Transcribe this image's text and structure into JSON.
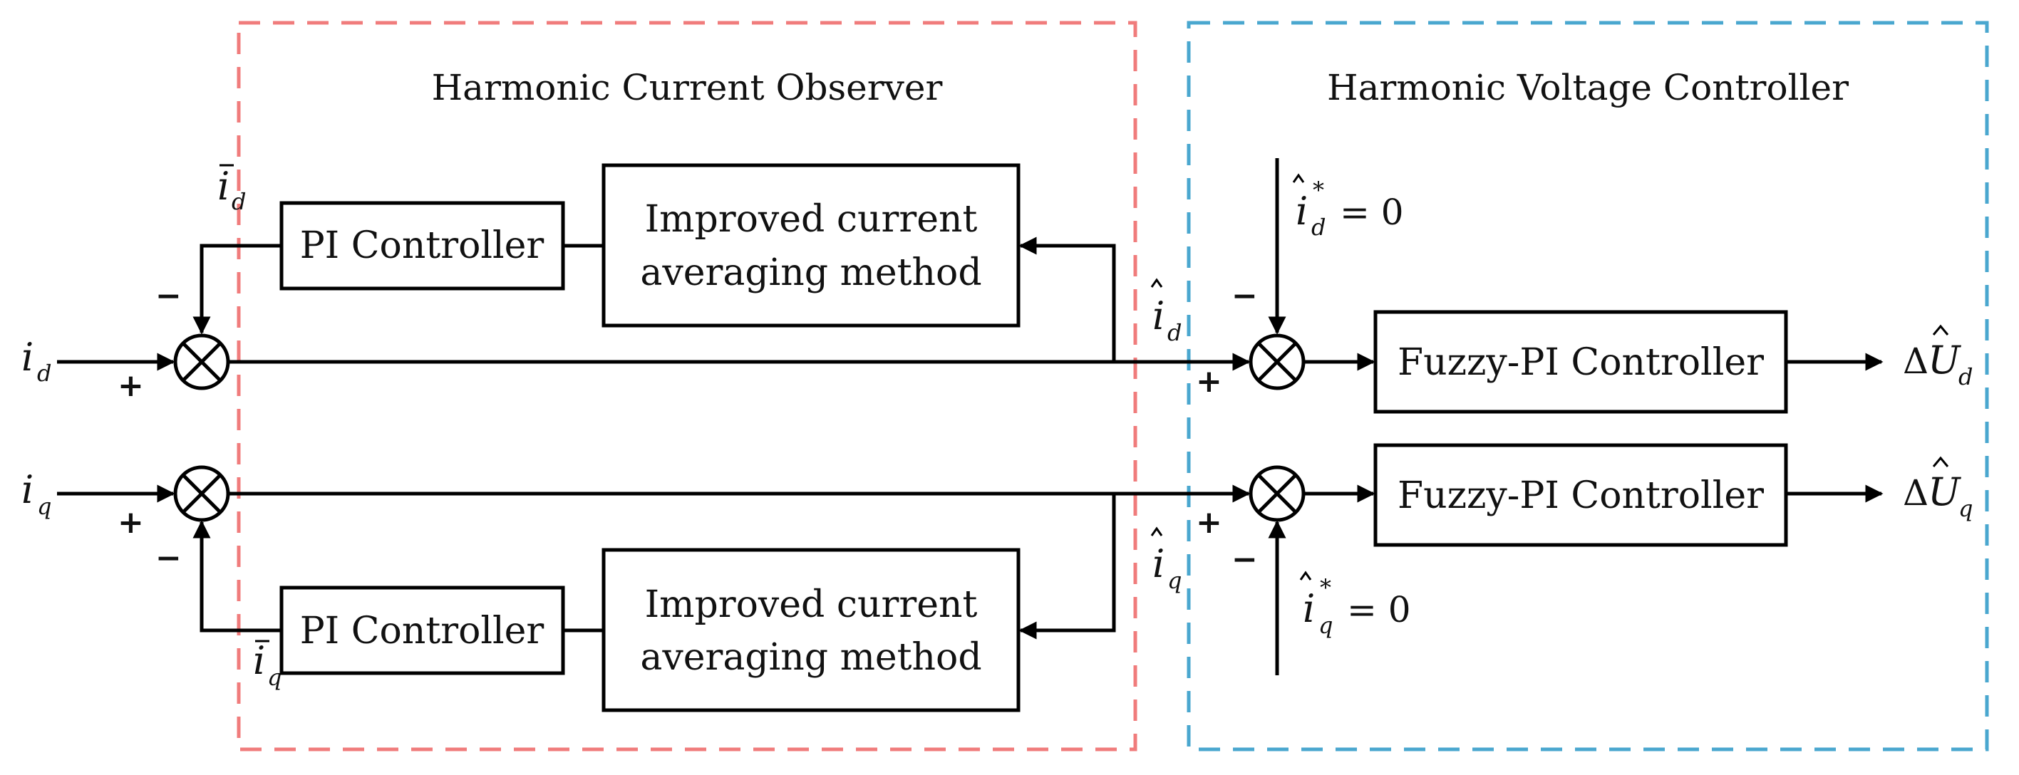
{
  "groups": {
    "observer": {
      "title": "Harmonic Current Observer",
      "color": "#f07c7c"
    },
    "controller": {
      "title": "Harmonic Voltage Controller",
      "color": "#4aa7cf"
    }
  },
  "blocks": {
    "pi_d": "PI Controller",
    "pi_q": "PI Controller",
    "avg_d_line1": "Improved current",
    "avg_d_line2": "averaging method",
    "avg_q_line1": "Improved current",
    "avg_q_line2": "averaging method",
    "fuzzy_d": "Fuzzy-PI Controller",
    "fuzzy_q": "Fuzzy-PI Controller"
  },
  "signals": {
    "id_in": {
      "base": "i",
      "sub": "d"
    },
    "iq_in": {
      "base": "i",
      "sub": "q"
    },
    "id_bar": {
      "base": "i",
      "sub": "d",
      "mark": "bar"
    },
    "iq_bar": {
      "base": "i",
      "sub": "q",
      "mark": "bar"
    },
    "id_hat": {
      "base": "i",
      "sub": "d",
      "mark": "hat"
    },
    "iq_hat": {
      "base": "i",
      "sub": "q",
      "mark": "hat"
    },
    "id_ref": {
      "base": "i",
      "sub": "d",
      "mark": "hat",
      "sup": "*",
      "equals": "= 0"
    },
    "iq_ref": {
      "base": "i",
      "sub": "q",
      "mark": "hat",
      "sup": "*",
      "equals": "= 0"
    },
    "ud_out": {
      "delta": "Δ",
      "base": "U",
      "sub": "d",
      "mark": "hat"
    },
    "uq_out": {
      "delta": "Δ",
      "base": "U",
      "sub": "q",
      "mark": "hat"
    }
  },
  "signs": {
    "plus": "+",
    "minus": "−"
  }
}
